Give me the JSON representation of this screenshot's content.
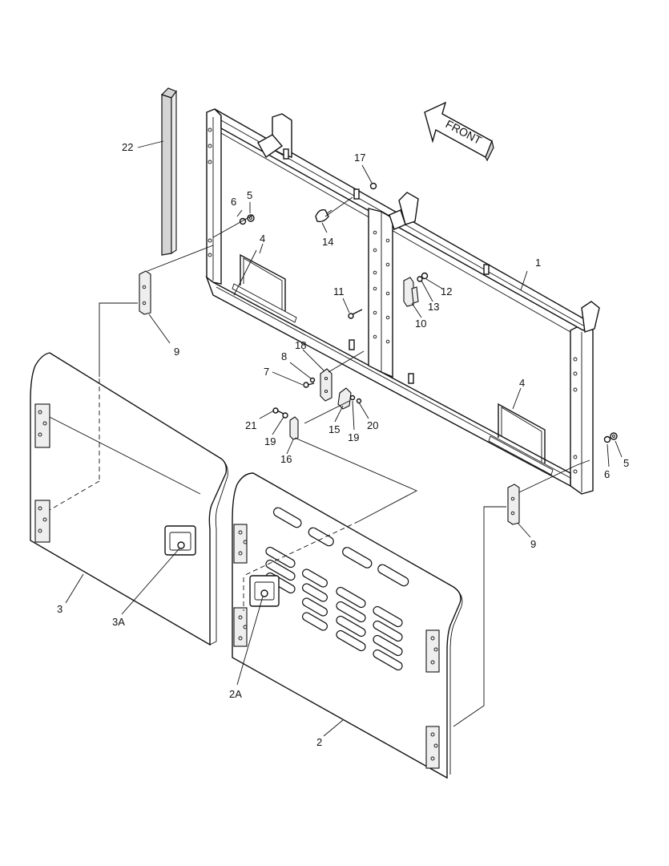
{
  "front_label": "FRONT",
  "callouts": [
    "1",
    "2",
    "2A",
    "3",
    "3A",
    "4",
    "4b",
    "5",
    "5b",
    "6",
    "6b",
    "7",
    "8",
    "9",
    "9b",
    "10",
    "11",
    "12",
    "13",
    "14",
    "15",
    "16",
    "17",
    "18",
    "19",
    "19b",
    "20",
    "21",
    "22"
  ],
  "labels": {
    "1": "1",
    "2": "2",
    "2A": "2A",
    "3": "3",
    "3A": "3A",
    "4": "4",
    "4b": "4",
    "5": "5",
    "5b": "5",
    "6": "6",
    "6b": "6",
    "7": "7",
    "8": "8",
    "9": "9",
    "9b": "9",
    "10": "10",
    "11": "11",
    "12": "12",
    "13": "13",
    "14": "14",
    "15": "15",
    "16": "16",
    "17": "17",
    "18": "18",
    "19": "19",
    "19b": "19",
    "20": "20",
    "21": "21",
    "22": "22"
  }
}
